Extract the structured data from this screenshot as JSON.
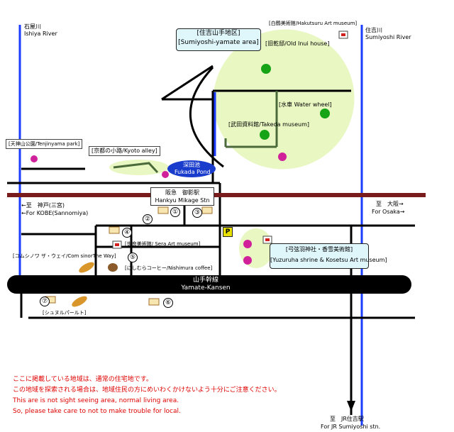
{
  "rivers": {
    "ishiya_jp": "石屋川",
    "ishiya_en": "Ishiya River",
    "sumiyoshi_jp": "住吉川",
    "sumiyoshi_en": "Sumiyoshi River"
  },
  "area": {
    "title": "[住吉山手地区]",
    "subtitle": "[Sumiyoshi-yamate area]"
  },
  "places": {
    "hakutsuru": "[白鶴美術館/Hakutsuru Art museum]",
    "old_inui": "[旧乾邸/Old Inui house]",
    "water_wheel": "[水車 Water wheel]",
    "takeda": "[武田資料館/Takeda museum]",
    "tenjinyama": "[天神山公園/Tenjinyama park]",
    "kyoto_alley": "[京都の小路/Kyoto alley]",
    "pond_jp": "深田池",
    "pond_en": "Fukada Pond",
    "sera": "[世良美術館/ Sera Art museum]",
    "nishimura": "[にしむらコーヒー/Nishimura coffee]",
    "cornsinor": "[コムシノワ ザ・ウェイ/Com sinorThe Way]",
    "shusulbert": "[シュヌルパールト]",
    "yuzuruha_jp": "[弓弦羽神社・香雪美術館]",
    "yuzuruha_en": "[Yuzuruha shrine & Kosetsu Art museum]"
  },
  "station": {
    "jp": "阪急　御影駅",
    "en": "Hankyu Mikage Stn"
  },
  "directions": {
    "kobe_jp": "←至　神戸(三宮)",
    "kobe_en": "←For KOBE(Sannomiya)",
    "osaka_jp": "至　大阪→",
    "osaka_en": "For Osaka→",
    "jr_jp": "至　JR住吉駅",
    "jr_en": "For JR Sumiyoshi stn."
  },
  "road": {
    "jp": "山手幹線",
    "en": "Yamate-Kansen"
  },
  "parking": "P",
  "numbers": [
    "①",
    "②",
    "③",
    "④",
    "⑤",
    "⑥",
    "⑦"
  ],
  "notice": {
    "line1": "ここに掲載している地域は、通常の住宅地です。",
    "line2": "この地域を探索される場合は、地域住民の方にめいわくかけないよう十分にご注意ください。",
    "line3": "This are is not sight seeing area, normal living area.",
    "line4": "So, please take care to not to make trouble for local."
  },
  "colors": {
    "river": "#1a3cff",
    "railway": "#7a1c1c",
    "green_area": "#e9f7c2",
    "green_route": "#4a6a3a",
    "pond": "#1a3ccc",
    "notice": "#e00000",
    "panel": "#dff6fb"
  }
}
